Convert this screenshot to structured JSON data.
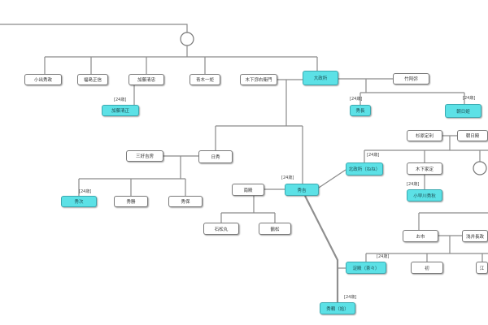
{
  "colors": {
    "highlight": "#5ce1e6",
    "node_border": "#7a7a7a",
    "line": "#8a8a8a"
  },
  "nodes": [
    "小出秀政",
    "福島正信",
    "加藤清忠",
    "青木一矩",
    "木下弥右衛門",
    "大政所",
    "竹阿弥",
    "加藤清正",
    "秀長",
    "朝日姫",
    "杉原定利",
    "朝日殿",
    "三好吉房",
    "日秀",
    "秀次",
    "秀勝",
    "秀保",
    "南殿",
    "秀吉",
    "石松丸",
    "鶴松",
    "北政所（ねね）",
    "木下家定",
    "小早川秀秋",
    "お市",
    "浅井長政",
    "淀殿（茶々）",
    "初",
    "江",
    "秀頼（拾）"
  ],
  "age_labels": [
    "[24歳]",
    "[24歳]",
    "[24歳]",
    "[24歳]",
    "[24歳]",
    "[24歳]",
    "[24歳]",
    "[24歳]",
    "[24歳]"
  ]
}
